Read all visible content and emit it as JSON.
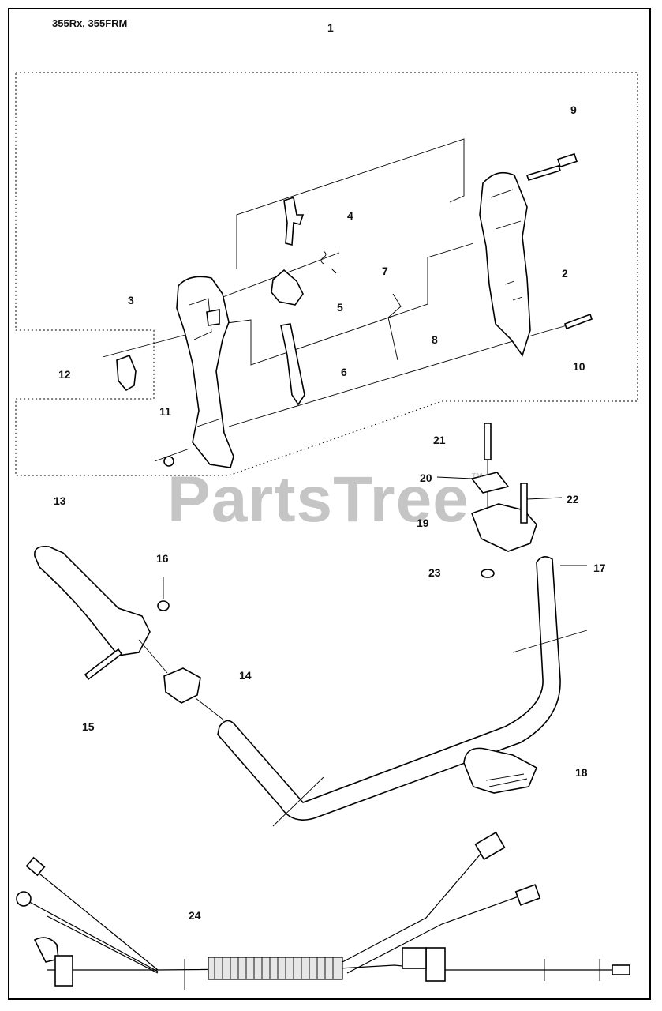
{
  "header": {
    "model_text": "355Rx, 355FRM"
  },
  "watermark": {
    "text": "PartsTree",
    "trademark": "™"
  },
  "callouts": [
    {
      "id": "c1",
      "text": "1"
    },
    {
      "id": "c2",
      "text": "2"
    },
    {
      "id": "c3",
      "text": "3"
    },
    {
      "id": "c4",
      "text": "4"
    },
    {
      "id": "c5",
      "text": "5"
    },
    {
      "id": "c6",
      "text": "6"
    },
    {
      "id": "c7",
      "text": "7"
    },
    {
      "id": "c8",
      "text": "8"
    },
    {
      "id": "c9",
      "text": "9"
    },
    {
      "id": "c10",
      "text": "10"
    },
    {
      "id": "c11",
      "text": "11"
    },
    {
      "id": "c12",
      "text": "12"
    },
    {
      "id": "c13",
      "text": "13"
    },
    {
      "id": "c14",
      "text": "14"
    },
    {
      "id": "c15",
      "text": "15"
    },
    {
      "id": "c16",
      "text": "16"
    },
    {
      "id": "c17",
      "text": "17"
    },
    {
      "id": "c18",
      "text": "18"
    },
    {
      "id": "c19",
      "text": "19"
    },
    {
      "id": "c20",
      "text": "20"
    },
    {
      "id": "c21",
      "text": "21"
    },
    {
      "id": "c22",
      "text": "22"
    },
    {
      "id": "c23",
      "text": "23"
    },
    {
      "id": "c24",
      "text": "24"
    }
  ]
}
